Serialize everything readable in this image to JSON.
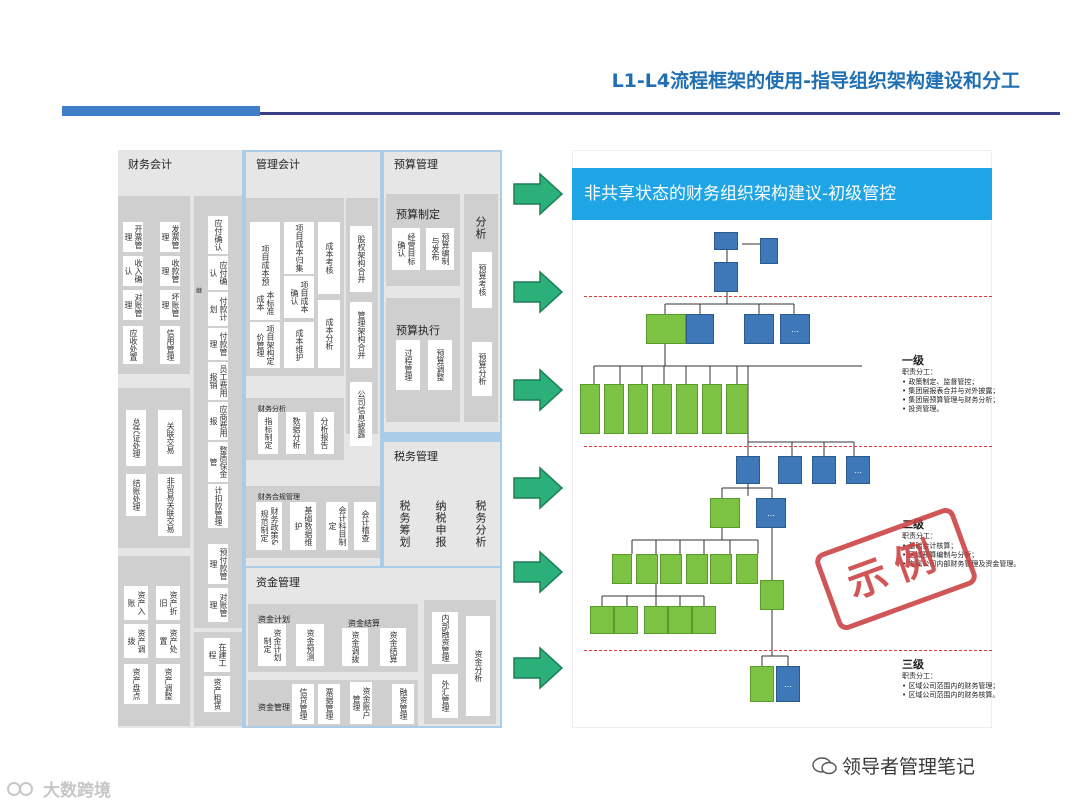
{
  "header": {
    "title": "L1-L4流程框架的使用-指导组织架构建设和分工"
  },
  "left": {
    "financial_accounting": {
      "label": "财务会计",
      "col1": [
        "开票管理",
        "收入确认",
        "对账管理",
        "应收处置"
      ],
      "col2": [
        "发票管理",
        "收款管理",
        "坏账管理",
        "信用管理"
      ],
      "col3": [
        "应付确认",
        "应付确认",
        "付款计划",
        "付款管理",
        "员工费用报销",
        "应商费用报",
        "整质保金管",
        "计扣款管理",
        "预付款管理",
        "对账管理"
      ],
      "side_char": "继",
      "ledger_a": [
        "总凭证处理",
        "结账处理"
      ],
      "ledger_b": [
        "关联交易",
        "非贸易关联交易"
      ],
      "assets": [
        "资产入账",
        "资产调拨",
        "资产盘点"
      ],
      "assets2": [
        "资产折旧",
        "资产处置",
        "资产调整"
      ],
      "construction": [
        "在建工程",
        "资产租赁"
      ]
    },
    "management_accounting": {
      "label": "管理会计",
      "cost_a": [
        "项目成本预测",
        "本标准成本",
        "项目架构定价管理"
      ],
      "cost_b": [
        "项目成本归集",
        "项目成本确认",
        "成本维护"
      ],
      "cost_c": [
        "成本考核",
        "成本分析"
      ],
      "equity": [
        "股权架构合并",
        "管理架构合并",
        "公司信息披露"
      ],
      "analysis_label": "财务分析",
      "analysis": [
        "指标制定",
        "数据分析",
        "分析报告"
      ],
      "compliance_label": "财务合规管理",
      "compliance": [
        "财务政策&规范制定",
        "基础数据维护",
        "会计科目制定",
        "会计稽查"
      ]
    },
    "budget": {
      "label": "预算管理",
      "formulate_label": "预算制定",
      "formulate": [
        "经营目标确认",
        "预算编制与发布"
      ],
      "execute_label": "预算执行",
      "execute": [
        "过程管理",
        "预算调整"
      ],
      "analysis_label": "分析",
      "analysis": [
        "预算考核",
        "预算分析"
      ]
    },
    "tax": {
      "label": "税务管理",
      "items": [
        "税务筹划",
        "纳税申报",
        "税务分析"
      ]
    },
    "treasury": {
      "label": "资金管理",
      "plan_label": "资金计划",
      "plan": [
        "资金计划制定",
        "资金预测"
      ],
      "settle_label": "资金结算",
      "settle": [
        "资金调拨",
        "资金结算"
      ],
      "inst": [
        "内部融资管理",
        "外汇管理"
      ],
      "analysis": "资金分析",
      "manage_label": "资金管理",
      "manage": [
        "信贷管理",
        "票据管理",
        "资金账户管理",
        "融资管理"
      ]
    }
  },
  "right": {
    "header": "非共享状态的财务组织架构建议-初级管控",
    "levels": [
      {
        "name": "一级",
        "duty": "职责分工：",
        "items": [
          "• 政策制定、监督管控；",
          "• 集团层报表合并与对外披露；",
          "• 集团层预算管理与财务分析；",
          "• 投资管理。"
        ]
      },
      {
        "name": "二级",
        "duty": "职责分工：",
        "items": [
          "• 基础会计核算；",
          "• 区域预算编制与分析；",
          "• 专属公司内部财务管理及资金管理。"
        ]
      },
      {
        "name": "三级",
        "duty": "职责分工：",
        "items": [
          "• 区域公司范围内的财务管理；",
          "• 区域公司范围内的财务核算。"
        ]
      }
    ],
    "stamp": "示例",
    "node_text": "…"
  },
  "watermarks": {
    "right": "领导者管理笔记",
    "left": "大数跨境"
  },
  "colors": {
    "title": "#1f6fb2",
    "panel": "#a9cde8",
    "org_header": "#1fa4e6",
    "blue_node": "#3e78b9",
    "green_node": "#7cc243",
    "arrow": "#2bb07a",
    "stamp": "#c9393a"
  }
}
